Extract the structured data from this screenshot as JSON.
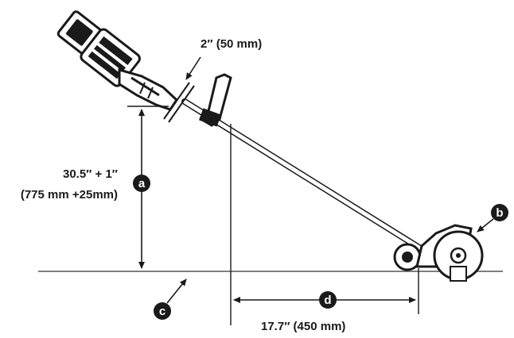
{
  "dimensions": {
    "clearance": "2″ (50 mm)",
    "height_imperial": "30.5″ + 1″",
    "height_metric": "(775 mm +25mm)",
    "distance": "17.7″ (450 mm)"
  },
  "callouts": {
    "a": "a",
    "b": "b",
    "c": "c",
    "d": "d"
  },
  "colors": {
    "line": "#1a1a1a",
    "callout_fill": "#1a1a1a",
    "callout_text": "#ffffff",
    "ground": "#555555"
  }
}
